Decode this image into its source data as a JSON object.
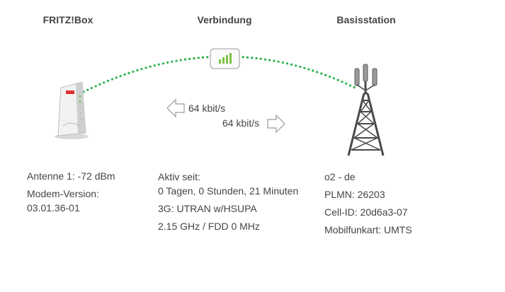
{
  "headers": {
    "fritzbox": "FRITZ!Box",
    "connection": "Verbindung",
    "basestation": "Basisstation"
  },
  "rates": {
    "downstream": "64 kbit/s",
    "upstream": "64 kbit/s"
  },
  "fritzbox": {
    "antenna": "Antenne 1: -72 dBm",
    "modem_label": "Modem-Version:",
    "modem_version": "03.01.36-01"
  },
  "connection": {
    "active_label": "Aktiv seit:",
    "active_duration": "0 Tagen, 0 Stunden, 21 Minuten",
    "technology": "3G: UTRAN w/HSUPA",
    "frequency": "2.15 GHz / FDD 0 MHz"
  },
  "basestation": {
    "provider": "o2 - de",
    "plmn": "PLMN: 26203",
    "cell_id": "Cell-ID: 20d6a3-07",
    "mobile_card": "Mobilfunkart: UMTS"
  },
  "icons": {
    "router": "fritzbox-router-icon",
    "signal": "signal-strength-icon",
    "tower": "cell-tower-icon",
    "arrow_down": "arrow-left-icon",
    "arrow_up": "arrow-right-icon"
  },
  "colors": {
    "link_dots": "#2bb24c",
    "signal_bars": "#7cc242",
    "arrow_outline": "#9a9a9a",
    "tower": "#4a4a4a"
  }
}
